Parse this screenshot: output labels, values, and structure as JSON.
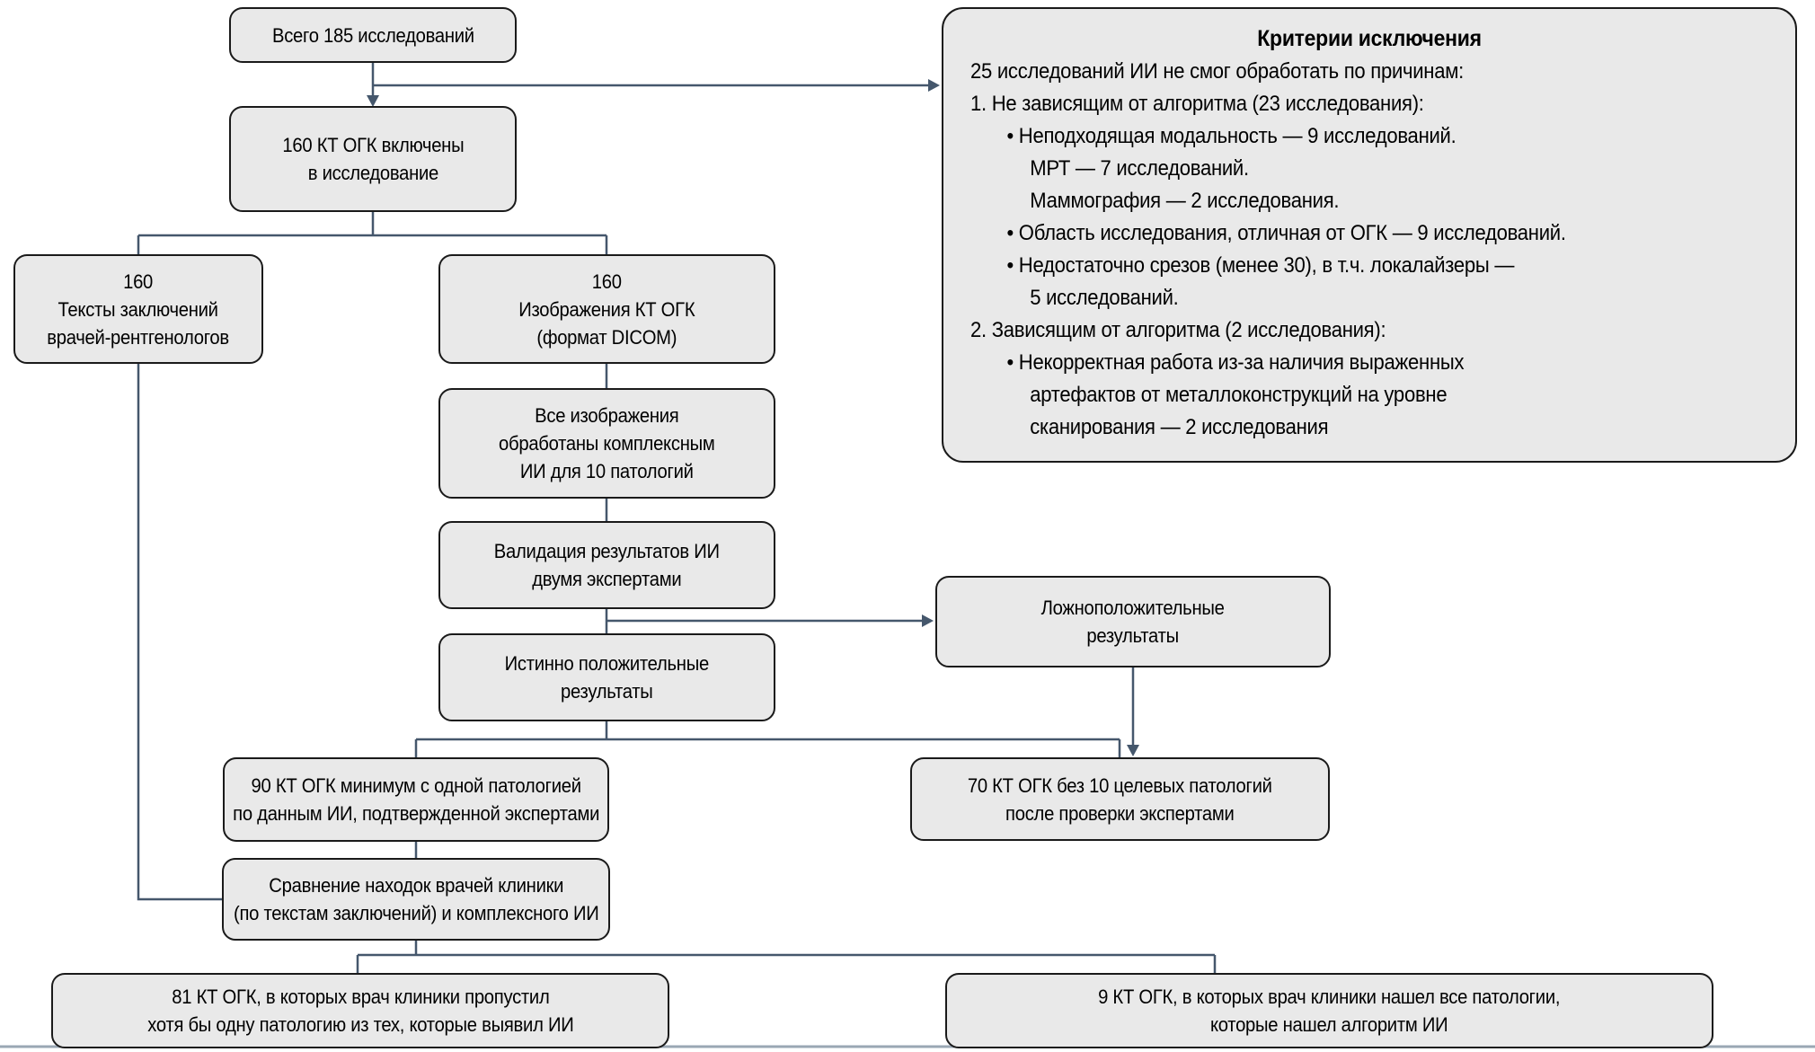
{
  "diagram": {
    "nodes": {
      "total": "Всего 185 исследований",
      "included": "160 КТ ОГК включены\nв исследование",
      "reports": "160\nТексты заключений\nврачей-рентгенологов",
      "images": "160\nИзображения КТ ОГК\n(формат DICOM)",
      "processed": "Все изображения\nобработаны комплексным\nИИ для 10 патологий",
      "validation": "Валидация результатов ИИ\nдвумя экспертами",
      "true_positive": "Истинно положительные\nрезультаты",
      "false_positive": "Ложноположительные\nрезультаты",
      "with_pathology": "90 КТ ОГК минимум с одной патологией\nпо данным ИИ, подтвержденной экспертами",
      "without_pathology": "70 КТ ОГК без 10 целевых патологий\nпосле проверки экспертами",
      "comparison": "Сравнение находок врачей клиники\n(по текстам заключений) и комплексного ИИ",
      "missed": "81 КТ ОГК, в которых врач клиники пропустил\nхотя бы одну патологию из тех, которые выявил ИИ",
      "found_all": "9 КТ ОГК, в которых врач клиники нашел все патологии,\nкоторые нашел алгоритм ИИ"
    },
    "exclusion": {
      "title": "Критерии исключения",
      "lines": [
        {
          "t": "25 исследований ИИ не смог обработать по причинам:"
        },
        {
          "t": "1. Не зависящим от алгоритма (23 исследования):"
        },
        {
          "t": "• Неподходящая модальность — 9 исследований."
        },
        {
          "t": "МРТ — 7 исследований."
        },
        {
          "t": "Маммография — 2 исследования."
        },
        {
          "t": "• Область исследования, отличная от ОГК — 9 исследований."
        },
        {
          "t": "• Недостаточно срезов (менее 30), в т.ч. локалайзеры —"
        },
        {
          "t": "5 исследований."
        },
        {
          "t": "2. Зависящим от алгоритма (2 исследования):"
        },
        {
          "t": "• Некорректная работа из-за наличия выраженных"
        },
        {
          "t": "артефактов от металлоконструкций на уровне"
        },
        {
          "t": "сканирования — 2 исследования"
        }
      ]
    },
    "colors": {
      "box_fill": "#e9e9e9",
      "box_border": "#1a1a1a",
      "connector": "#45576c",
      "divider": "#9aa7b4",
      "text": "#000000"
    }
  }
}
